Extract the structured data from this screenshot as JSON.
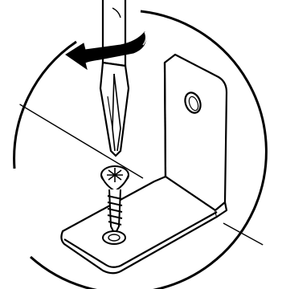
{
  "figure": {
    "labels": [],
    "colors": {
      "ink": "#000000",
      "paper": "#ffffff"
    },
    "icons": [
      "magnifier-circle",
      "screwdriver",
      "counter-clockwise-rotation-arrow",
      "countersunk-screw",
      "l-shaped-mounting-bracket"
    ]
  }
}
